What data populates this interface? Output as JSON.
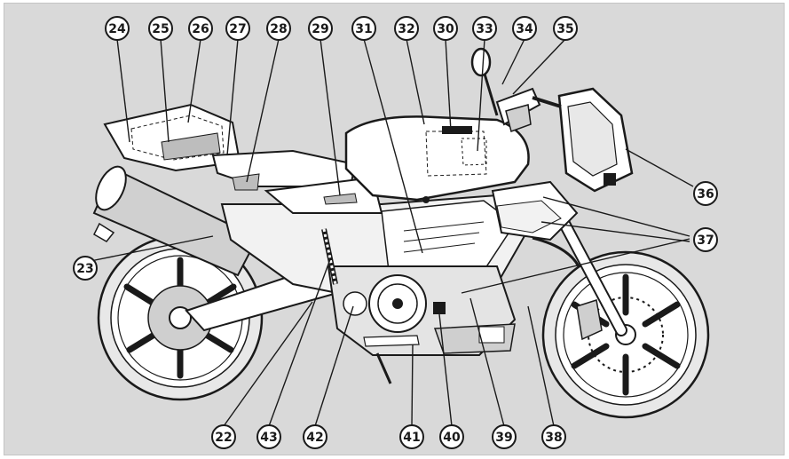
{
  "diagram": {
    "callouts": [
      "24",
      "25",
      "26",
      "27",
      "28",
      "29",
      "31",
      "32",
      "30",
      "33",
      "34",
      "35",
      "36",
      "37",
      "23",
      "22",
      "43",
      "42",
      "41",
      "40",
      "39",
      "38"
    ],
    "colors": {
      "background": "#d9d9d9",
      "line": "#1a1a1a",
      "body_fill": "#ffffff",
      "tyre": "#e8e8e8",
      "shadow": "#bdbdbd"
    }
  }
}
